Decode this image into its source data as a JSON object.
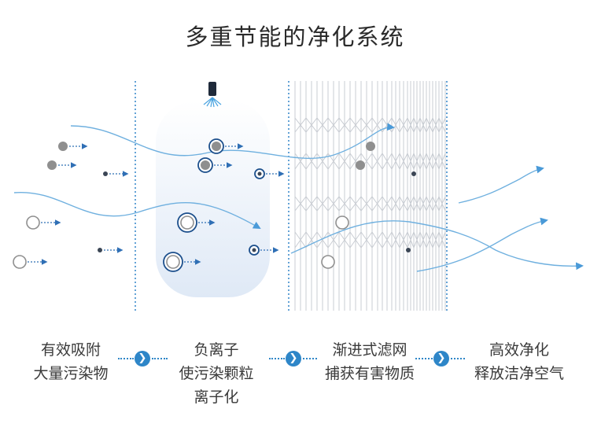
{
  "title": "多重节能的净化系统",
  "steps": [
    {
      "line1": "有效吸附",
      "line2": "大量污染物"
    },
    {
      "line1": "负离子",
      "line2": "使污染颗粒",
      "line3": "离子化"
    },
    {
      "line1": "渐进式滤网",
      "line2": "捕获有害物质"
    },
    {
      "line1": "高效净化",
      "line2": "释放洁净空气"
    }
  ],
  "colors": {
    "accent": "#2e86c8",
    "flow": "#6fb0df",
    "particle_gray": "#8f8f8f",
    "particle_dark": "#3b4655",
    "ring_blue": "#1c4f8c"
  }
}
